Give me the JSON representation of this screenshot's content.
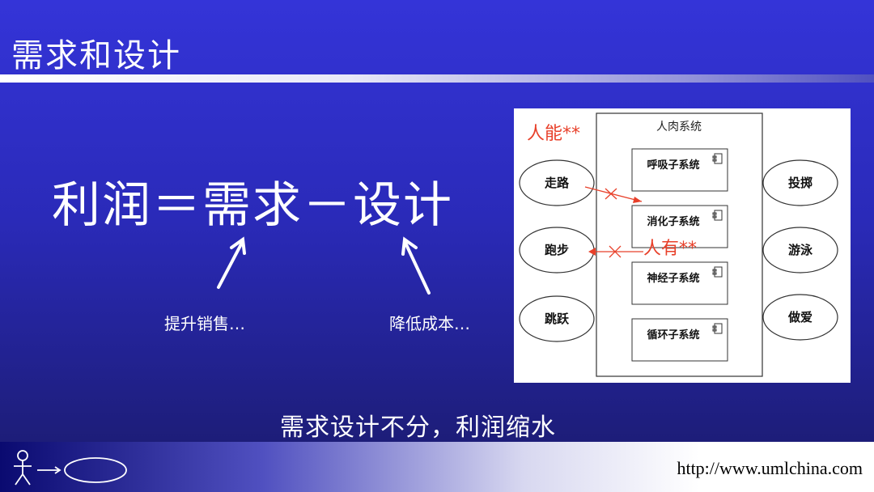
{
  "slide": {
    "title": "需求和设计",
    "formula": "利润＝需求－设计",
    "note_left": "提升销售…",
    "note_right": "降低成本…",
    "conclusion": "需求设计不分，利润缩水"
  },
  "diagram": {
    "system_name": "人肉系统",
    "label_ability": "人能**",
    "label_has": "人有**",
    "left_cases": [
      "走路",
      "跑步",
      "跳跃"
    ],
    "right_cases": [
      "投掷",
      "游泳",
      "做爱"
    ],
    "subsystems": [
      "呼吸子系统",
      "消化子系统",
      "神经子系统",
      "循环子系统"
    ]
  },
  "footer": {
    "url": "http://www.umlchina.com"
  },
  "colors": {
    "accent_red": "#e8402a"
  }
}
